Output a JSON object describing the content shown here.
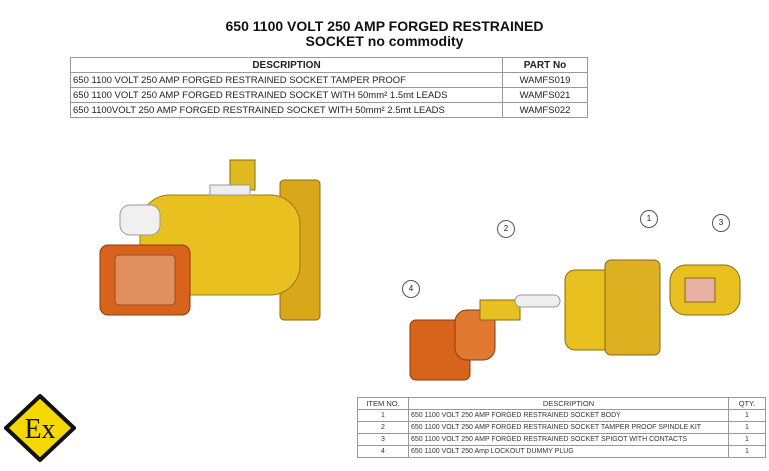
{
  "title_line1": "650 1100 VOLT 250 AMP FORGED RESTRAINED",
  "title_line2": "SOCKET no commodity",
  "parts_table": {
    "headers": [
      "DESCRIPTION",
      "PART No"
    ],
    "rows": [
      {
        "description": "650 1100 VOLT 250 AMP FORGED RESTRAINED SOCKET TAMPER PROOF",
        "part_no": "WAMFS019"
      },
      {
        "description": "650 1100 VOLT 250 AMP FORGED RESTRAINED SOCKET WITH 50mm² 1.5mt LEADS",
        "part_no": "WAMFS021"
      },
      {
        "description": "650 1100VOLT 250 AMP FORGED RESTRAINED SOCKET WITH 50mm² 2.5mt LEADS",
        "part_no": "WAMFS022"
      }
    ]
  },
  "bom_table": {
    "headers": [
      "ITEM NO.",
      "DESCRIPTION",
      "QTY."
    ],
    "rows": [
      {
        "item": "1",
        "description": "650 1100 VOLT 250 AMP FORGED RESTRAINED SOCKET BODY",
        "qty": "1"
      },
      {
        "item": "2",
        "description": "650 1100 VOLT 250 AMP FORGED RESTRAINED SOCKET TAMPER PROOF SPINDLE KIT",
        "qty": "1"
      },
      {
        "item": "3",
        "description": "650 1100 VOLT 250 AMP FORGED RESTRAINED SOCKET SPIGOT WITH CONTACTS",
        "qty": "1"
      },
      {
        "item": "4",
        "description": "650 1100 VOLT 250 Amp LOCKOUT DUMMY PLUG",
        "qty": "1"
      }
    ]
  },
  "callouts": [
    "1",
    "2",
    "3",
    "4"
  ],
  "ex_logo": "Ex",
  "colors": {
    "brass": "#e8c020",
    "orange": "#d8641c",
    "ex_yellow": "#f5d800"
  }
}
